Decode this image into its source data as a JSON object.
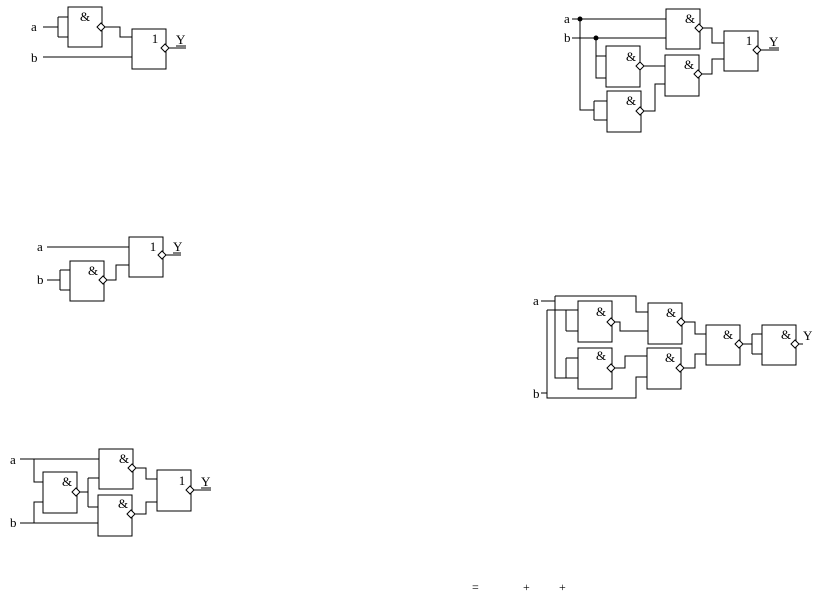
{
  "symbols": {
    "and": "&",
    "or": "1"
  },
  "inputs": {
    "a": "a",
    "b": "b"
  },
  "output": {
    "y": "Y"
  },
  "formula": {
    "eq": "=",
    "plus": "+"
  }
}
